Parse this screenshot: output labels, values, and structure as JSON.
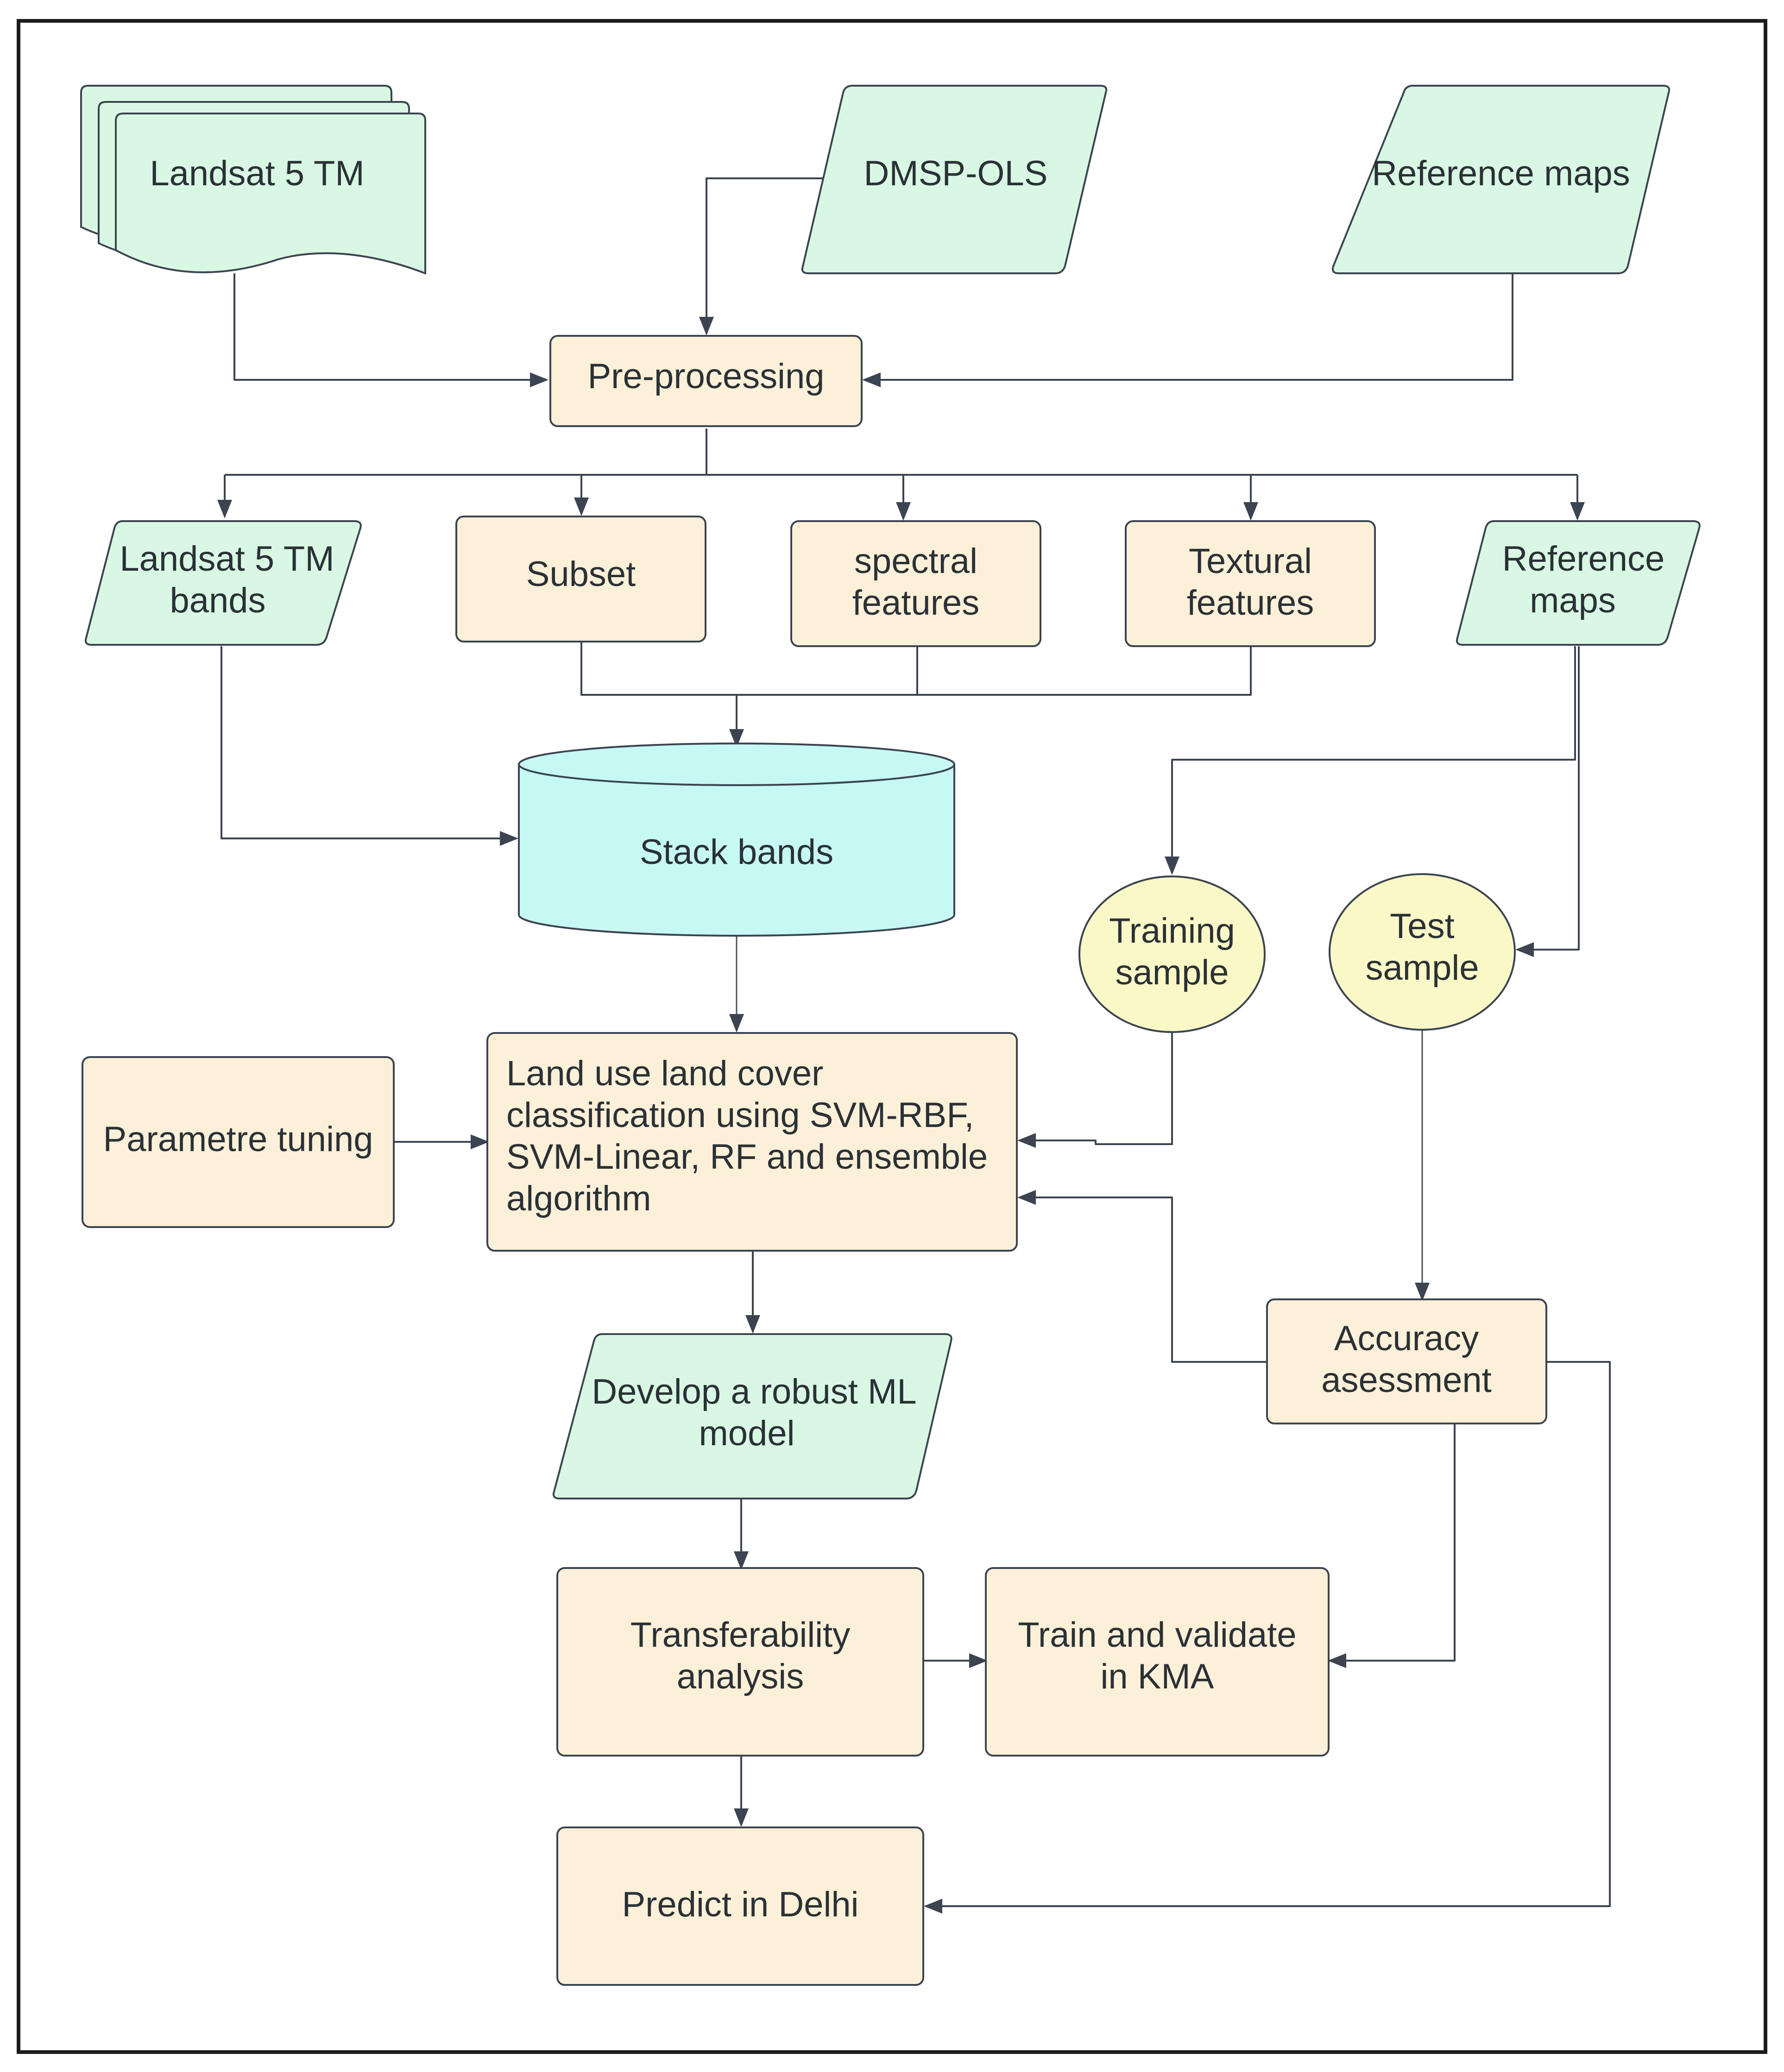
{
  "nodes": {
    "landsat_tm": {
      "label": "Landsat 5 TM"
    },
    "dmsp_ols": {
      "label": "DMSP-OLS"
    },
    "reference_maps_top": {
      "label": "Reference maps"
    },
    "preprocessing": {
      "label": "Pre-processing"
    },
    "landsat_bands": {
      "lines": [
        "Landsat 5 TM",
        "bands"
      ]
    },
    "subset": {
      "label": "Subset"
    },
    "spectral_features": {
      "lines": [
        "spectral",
        "features"
      ]
    },
    "textural_features": {
      "lines": [
        "Textural",
        "features"
      ]
    },
    "reference_maps_mid": {
      "lines": [
        "Reference",
        "maps"
      ]
    },
    "stack_bands": {
      "label": "Stack bands"
    },
    "training_sample": {
      "lines": [
        "Training",
        "sample"
      ]
    },
    "test_sample": {
      "lines": [
        "Test",
        "sample"
      ]
    },
    "parametre_tuning": {
      "label": "Parametre tuning"
    },
    "classification": {
      "lines": [
        "Land use land cover",
        "classification using SVM-RBF,",
        "SVM-Linear, RF and ensemble",
        "algorithm"
      ]
    },
    "develop_model": {
      "lines": [
        "Develop a robust  ML",
        "model"
      ]
    },
    "accuracy_assessment": {
      "lines": [
        "Accuracy",
        "asessment"
      ]
    },
    "transferability": {
      "lines": [
        "Transferability",
        "analysis"
      ]
    },
    "train_validate": {
      "lines": [
        "Train and validate",
        "in KMA"
      ]
    },
    "predict_delhi": {
      "label": "Predict in Delhi"
    }
  },
  "colors": {
    "process": "#fdf0d8",
    "data": "#d9f8e4",
    "storage": "#c6f8f4",
    "sample": "#fbf8c7",
    "stroke": "#3b4450"
  }
}
